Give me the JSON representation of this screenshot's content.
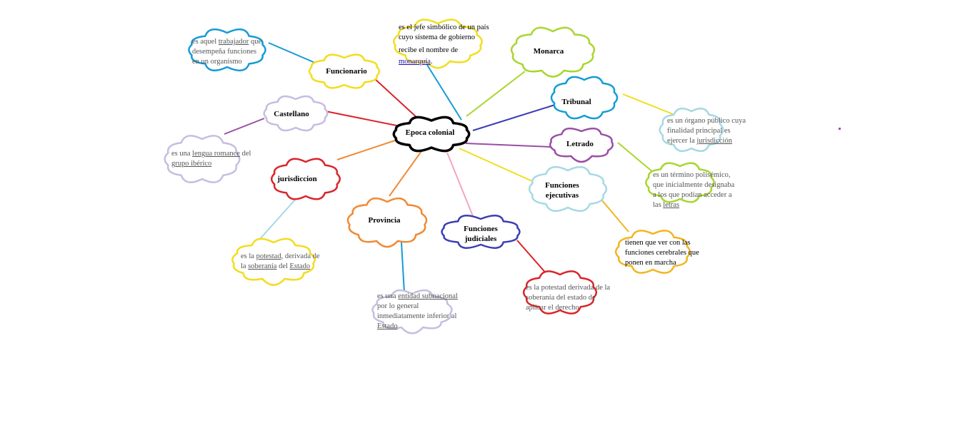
{
  "colors": {
    "black": "#000000",
    "red": "#d9252b",
    "yellow": "#f2dd1f",
    "lime": "#a8d62e",
    "blue": "#159bd6",
    "navy": "#3a3eb5",
    "purple": "#9b4ea6",
    "lavender": "#c6bde0",
    "orange": "#f08a34",
    "lightblue": "#a6d8e4",
    "pink": "#f3a5c4",
    "gold": "#f2b51f"
  },
  "central": {
    "label": "Epoca colonial"
  },
  "concepts": {
    "funcionario": "Funcionario",
    "castellano": "Castellano",
    "jurisdiccion": "jurisdiccion",
    "provincia": "Provincia",
    "funciones_judiciales": [
      "Funciones",
      "judiciales"
    ],
    "funciones_ejecutivas": [
      "Funciones",
      "ejecutivas"
    ],
    "letrado": "Letrado",
    "tribunal": "Tribunal",
    "monarca": "Monarca"
  },
  "definitions": {
    "funcionario": {
      "a": "es aquel ",
      "b": "trabajador",
      "c": " que",
      "d": "desempeña funciones",
      "e": "en un organismo"
    },
    "monarca": {
      "l1": "es el jefe simbólico de un país",
      "l2": "cuyo sistema de gobierno",
      "l3": "recibe el nombre de",
      "u": "monarquía",
      "end": "."
    },
    "castellano": {
      "a": "es una ",
      "b": "lengua romance",
      "c": " del",
      "d": "grupo ibérico"
    },
    "tribunal": {
      "l1": "es un órgano público cuya",
      "l2": "finalidad principal es",
      "l3a": "ejercer la ",
      "l3b": "jurisdicción"
    },
    "letrado": {
      "l1": "es un término polisémico,",
      "l2": "que inicialmente designaba",
      "l3": "a los que podían acceder a",
      "l4a": "las ",
      "l4b": "letras"
    },
    "jurisdiccion": {
      "a": "es la ",
      "b": "potestad",
      "c": ", derivada de",
      "d": "la ",
      "e": "soberanía",
      "f": " del ",
      "g": "Estado"
    },
    "funciones_ejecutivas": {
      "l1": "tienen que ver con las",
      "l2": "funciones cerebrales que",
      "l3": "ponen en marcha"
    },
    "provincia": {
      "a": "es una ",
      "b": "entidad subnacional",
      "l2": "por lo general",
      "l3": "inmediatamente inferior al",
      "u": "Estado"
    },
    "funciones_judiciales": {
      "l1": "es la potestad derivada de la",
      "l2": "soberanía del estado de",
      "l3": "aplicar el derecho"
    }
  }
}
